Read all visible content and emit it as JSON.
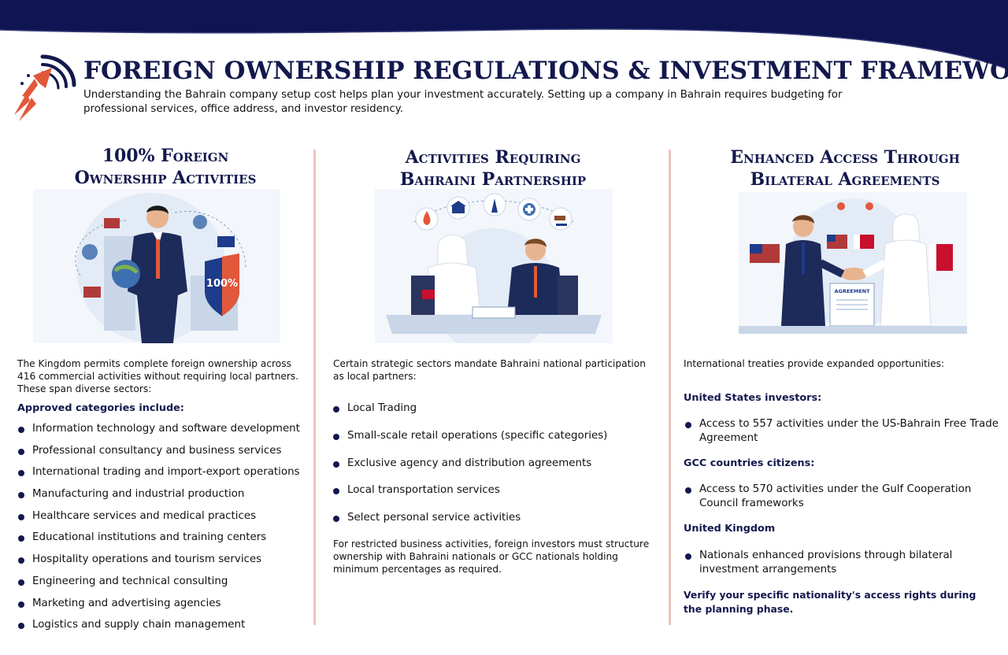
{
  "header": {
    "title": "FOREIGN OWNERSHIP REGULATIONS & INVESTMENT FRAMEWORK",
    "intro": "Understanding the Bahrain company setup cost helps plan your investment accurately. Setting up a company in Bahrain requires budgeting for professional services, office address, and investor residency."
  },
  "colors": {
    "navy": "#13184d",
    "accent": "#e2583a",
    "divider": "#f0c4bd"
  },
  "columns": [
    {
      "title_line1": "100% Foreign",
      "title_line2": "Ownership Activities",
      "illustration_badge": "100%",
      "intro": "The Kingdom permits complete foreign ownership across 416 commercial activities without requiring local partners. These span diverse sectors:",
      "subheading": "Approved categories include:",
      "items": [
        "Information technology and software development",
        "Professional consultancy and business services",
        "International trading and import-export operations",
        "Manufacturing and industrial production",
        "Healthcare services and medical practices",
        "Educational institutions and training centers",
        "Hospitality operations and tourism services",
        "Engineering and technical consulting",
        "Marketing and advertising agencies",
        "Logistics and supply chain management"
      ]
    },
    {
      "title_line1": "Activities Requiring",
      "title_line2": "Bahraini Partnership",
      "intro": "Certain strategic sectors mandate Bahraini national participation as local partners:",
      "items": [
        "Local Trading",
        "Small-scale retail operations (specific categories)",
        "Exclusive agency and distribution agreements",
        "Local transportation services",
        "Select personal service activities"
      ],
      "footer": "For restricted business activities, foreign investors must structure ownership with Bahraini nationals or GCC nationals holding minimum percentages as required."
    },
    {
      "title_line1": "Enhanced Access Through",
      "title_line2": "Bilateral Agreements",
      "illustration_doc": "AGREEMENT",
      "intro": "International treaties provide expanded opportunities:",
      "groups": [
        {
          "heading": "United States investors:",
          "text": "Access to 557 activities under the US-Bahrain Free Trade Agreement"
        },
        {
          "heading": "GCC countries citizens:",
          "text": "Access to 570 activities under the Gulf Cooperation Council frameworks"
        },
        {
          "heading": "United Kingdom",
          "text": "Nationals enhanced provisions through bilateral investment arrangements"
        }
      ],
      "note": "Verify your specific nationality's access rights during the planning phase."
    }
  ],
  "icons": [
    "rocket-logo-icon",
    "globe-icon",
    "shield-icon",
    "oil-drop-icon",
    "bank-icon",
    "tower-icon",
    "medical-icon",
    "gavel-icon",
    "handshake-icon",
    "location-pin-icon"
  ]
}
